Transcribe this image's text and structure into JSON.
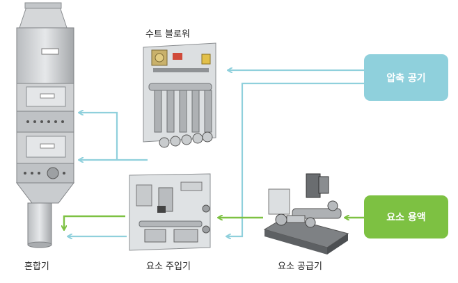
{
  "labels": {
    "soot_blower": "수트 블로워",
    "mixer": "혼합기",
    "urea_injector": "요소 주입기",
    "urea_supply": "요소 공급기"
  },
  "sources": {
    "compressed_air": "압축 공기",
    "urea_solution": "요소 용액"
  },
  "colors": {
    "air_line": "#8fd0dc",
    "urea_line": "#7dc142",
    "air_box": "#8fd0dc",
    "urea_box": "#7dc142"
  }
}
